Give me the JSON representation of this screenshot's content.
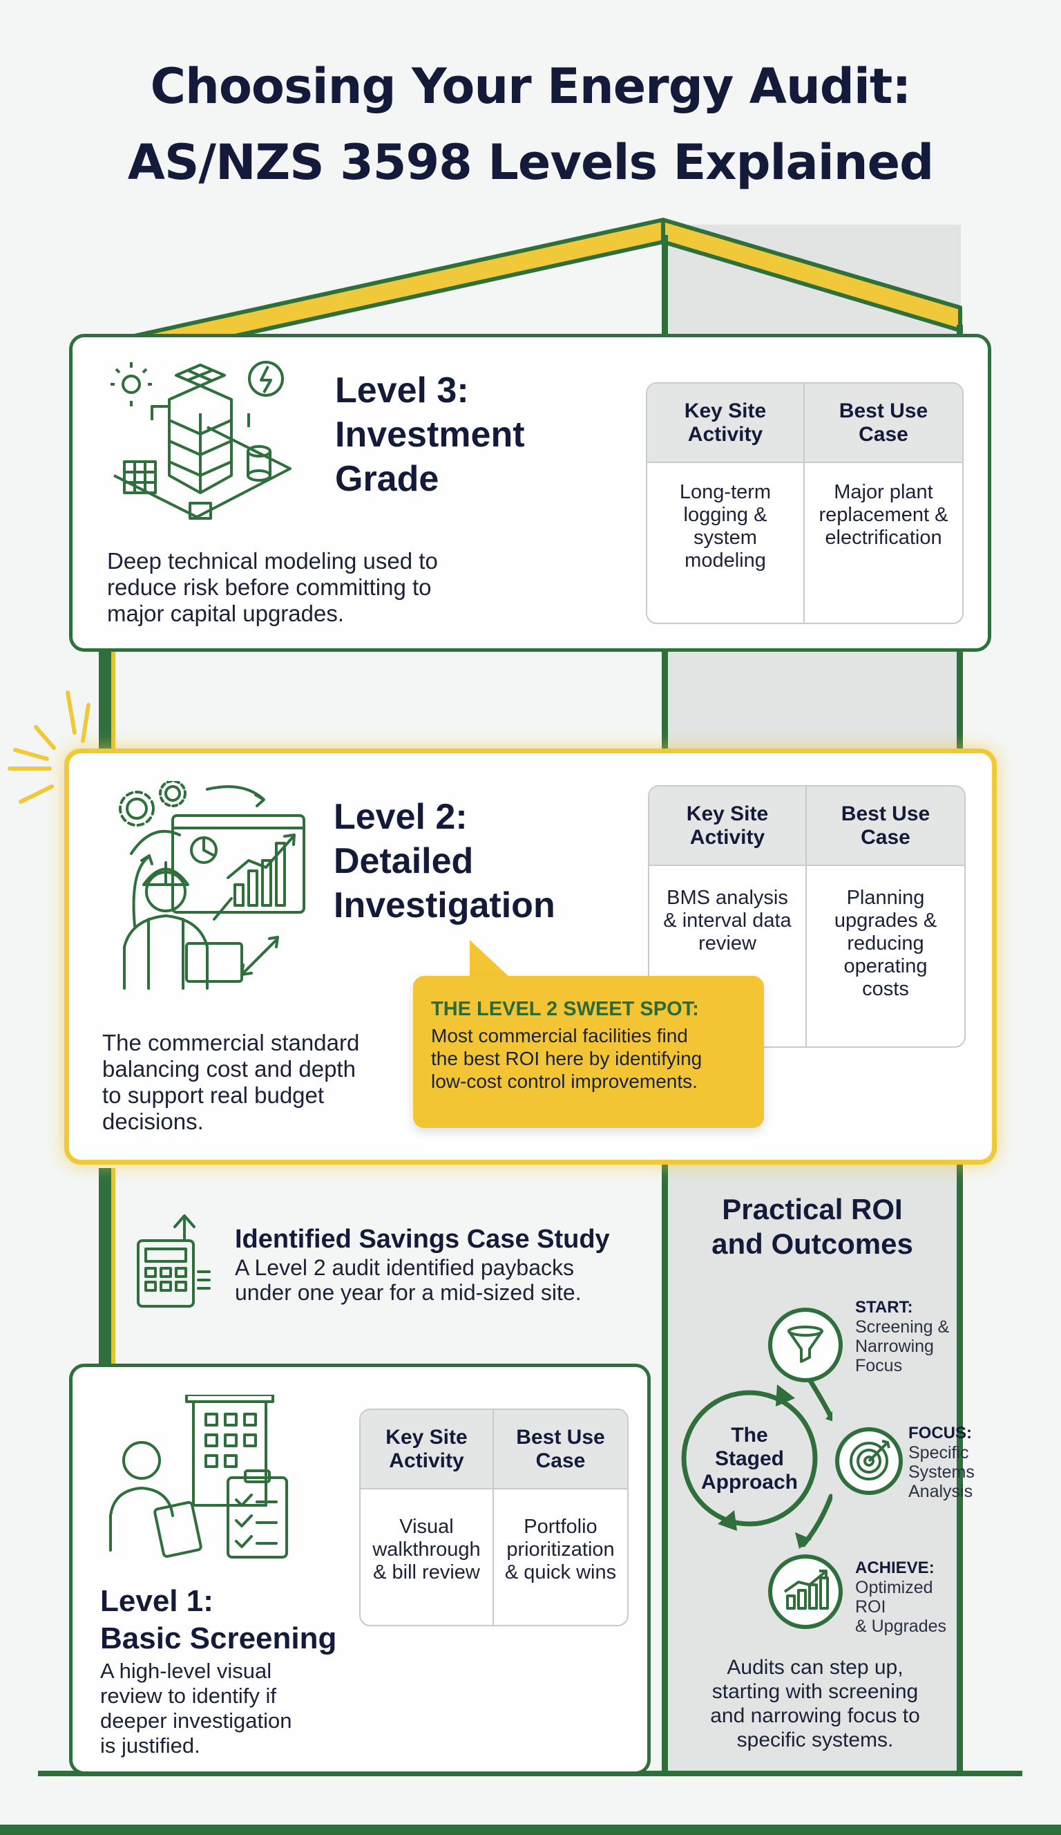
{
  "title": {
    "line1": "Choosing Your Energy Audit:",
    "line2": "AS/NZS 3598 Levels Explained"
  },
  "colors": {
    "green": "#2f6f3c",
    "gold": "#f0c93a",
    "navy": "#141b3a"
  },
  "level3": {
    "title_line1": "Level 3:",
    "title_line2": "Investment",
    "title_line3": "Grade",
    "description": [
      "Deep technical modeling used to",
      "reduce risk before committing to",
      "major capital upgrades."
    ],
    "icon": "building-energy-icon",
    "table": {
      "col1_header": [
        "Key Site",
        "Activity"
      ],
      "col2_header": [
        "Best Use",
        "Case"
      ],
      "col1_value": [
        "Long-term",
        "logging &",
        "system",
        "modeling"
      ],
      "col2_value": [
        "Major plant",
        "replacement &",
        "electrification"
      ]
    }
  },
  "level2": {
    "title_line1": "Level 2:",
    "title_line2": "Detailed",
    "title_line3": "Investigation",
    "description": [
      "The commercial standard",
      "balancing cost and depth",
      "to support real budget",
      "decisions."
    ],
    "icon": "engineer-analysis-icon",
    "table": {
      "col1_header": [
        "Key Site",
        "Activity"
      ],
      "col2_header": [
        "Best Use",
        "Case"
      ],
      "col1_value": [
        "BMS analysis",
        "& interval data",
        "review"
      ],
      "col2_value": [
        "Planning",
        "upgrades &",
        "reducing",
        "operating",
        "costs"
      ]
    },
    "callout": {
      "title": "THE LEVEL 2 SWEET SPOT:",
      "text": [
        "Most commercial facilities find",
        "the best ROI here by identifying",
        "low-cost control improvements."
      ]
    }
  },
  "case_study": {
    "title": "Identified Savings Case Study",
    "text": [
      "A Level 2 audit identified paybacks",
      "under one year for a mid-sized site."
    ],
    "icon": "calculator-icon"
  },
  "level1": {
    "title_line1": "Level 1:",
    "title_line2": "Basic Screening",
    "description": [
      "A high-level visual",
      "review to identify if",
      "deeper investigation",
      "is justified."
    ],
    "icon": "inspector-checklist-icon",
    "table": {
      "col1_header": [
        "Key Site",
        "Activity"
      ],
      "col2_header": [
        "Best Use",
        "Case"
      ],
      "col1_value": [
        "Visual",
        "walkthrough",
        "& bill review"
      ],
      "col2_value": [
        "Portfolio",
        "prioritization",
        "& quick wins"
      ]
    }
  },
  "roi": {
    "title_line1": "Practical ROI",
    "title_line2": "and Outcomes",
    "center": [
      "The",
      "Staged",
      "Approach"
    ],
    "steps": [
      {
        "label": "START:",
        "text": [
          "Screening &",
          "Narrowing",
          "Focus"
        ],
        "icon": "funnel-icon"
      },
      {
        "label": "FOCUS:",
        "text": [
          "Specific",
          "Systems",
          "Analysis"
        ],
        "icon": "target-icon"
      },
      {
        "label": "ACHIEVE:",
        "text": [
          "Optimized ROI",
          "& Upgrades"
        ],
        "icon": "growth-chart-icon"
      }
    ],
    "footer": [
      "Audits can step up,",
      "starting with screening",
      "and narrowing focus to",
      "specific systems."
    ]
  }
}
